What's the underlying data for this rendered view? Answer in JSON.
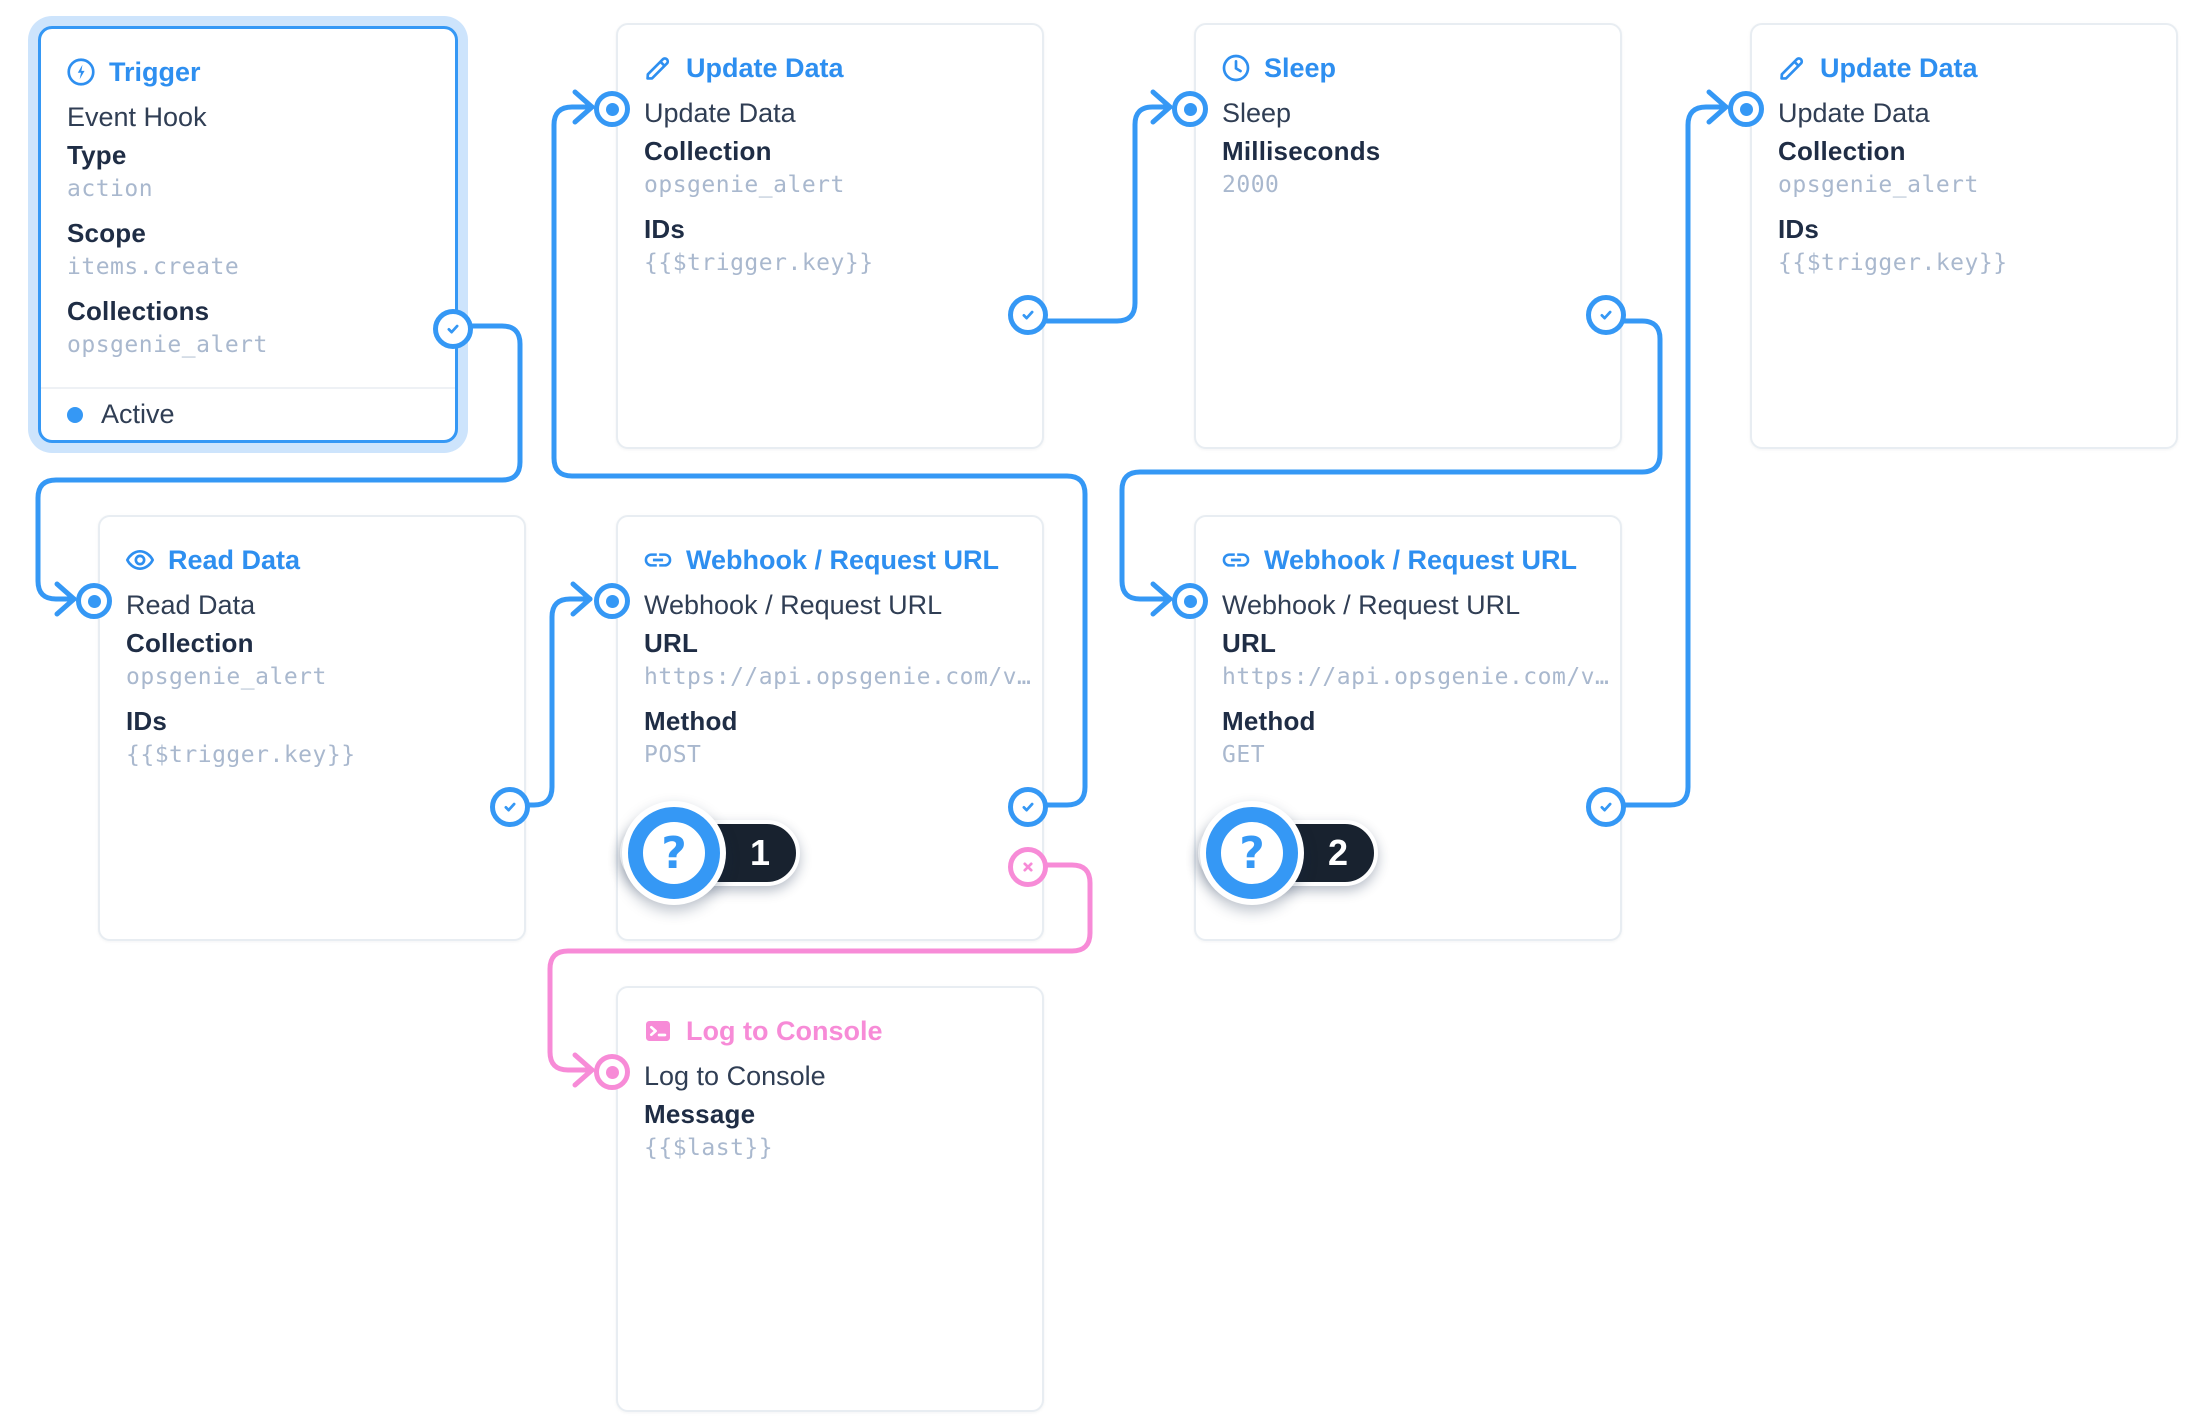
{
  "colors": {
    "accent_blue": "#3598F5",
    "accent_pink": "#F78BD7",
    "value_text": "#A9B8CE",
    "label_text": "#1F2D45",
    "badge_pill": "#18222F",
    "selected_glow": "rgba(61,150,244,0.26)"
  },
  "nodes": [
    {
      "id": "trigger",
      "title": "Trigger",
      "icon": "bolt",
      "accent": "blue",
      "selected": true,
      "name": "Event Hook",
      "fields": [
        {
          "label": "Type",
          "value": "action"
        },
        {
          "label": "Scope",
          "value": "items.create"
        },
        {
          "label": "Collections",
          "value": "opsgenie_alert"
        }
      ],
      "footer": {
        "status": "Active"
      },
      "ports": {
        "input": false,
        "resolve": true,
        "reject": false
      }
    },
    {
      "id": "update_data_1",
      "title": "Update Data",
      "icon": "pencil",
      "accent": "blue",
      "name": "Update Data",
      "fields": [
        {
          "label": "Collection",
          "value": "opsgenie_alert"
        },
        {
          "label": "IDs",
          "value": "{{$trigger.key}}"
        }
      ],
      "ports": {
        "input": true,
        "resolve": true,
        "reject": false
      }
    },
    {
      "id": "sleep",
      "title": "Sleep",
      "icon": "clock",
      "accent": "blue",
      "name": "Sleep",
      "fields": [
        {
          "label": "Milliseconds",
          "value": "2000"
        }
      ],
      "ports": {
        "input": true,
        "resolve": true,
        "reject": false
      }
    },
    {
      "id": "update_data_2",
      "title": "Update Data",
      "icon": "pencil",
      "accent": "blue",
      "name": "Update Data",
      "fields": [
        {
          "label": "Collection",
          "value": "opsgenie_alert"
        },
        {
          "label": "IDs",
          "value": "{{$trigger.key}}"
        }
      ],
      "ports": {
        "input": true,
        "resolve": false,
        "reject": false
      }
    },
    {
      "id": "read_data",
      "title": "Read Data",
      "icon": "eye",
      "accent": "blue",
      "name": "Read Data",
      "fields": [
        {
          "label": "Collection",
          "value": "opsgenie_alert"
        },
        {
          "label": "IDs",
          "value": "{{$trigger.key}}"
        }
      ],
      "ports": {
        "input": true,
        "resolve": true,
        "reject": false
      }
    },
    {
      "id": "webhook_1",
      "title": "Webhook / Request URL",
      "icon": "link",
      "accent": "blue",
      "name": "Webhook / Request URL",
      "fields": [
        {
          "label": "URL",
          "value": "https://api.opsgenie.com/v…"
        },
        {
          "label": "Method",
          "value": "POST"
        }
      ],
      "badge": {
        "icon": "?",
        "count": "1"
      },
      "ports": {
        "input": true,
        "resolve": true,
        "reject": true
      }
    },
    {
      "id": "webhook_2",
      "title": "Webhook / Request URL",
      "icon": "link",
      "accent": "blue",
      "name": "Webhook / Request URL",
      "fields": [
        {
          "label": "URL",
          "value": "https://api.opsgenie.com/v…"
        },
        {
          "label": "Method",
          "value": "GET"
        }
      ],
      "badge": {
        "icon": "?",
        "count": "2"
      },
      "ports": {
        "input": true,
        "resolve": true,
        "reject": false
      }
    },
    {
      "id": "log_console",
      "title": "Log to Console",
      "icon": "terminal",
      "accent": "pink",
      "name": "Log to Console",
      "fields": [
        {
          "label": "Message",
          "value": "{{$last}}"
        }
      ],
      "ports": {
        "input": true,
        "resolve": false,
        "reject": false
      }
    }
  ],
  "edges": [
    {
      "from": "trigger",
      "port": "resolve",
      "to": "read_data"
    },
    {
      "from": "read_data",
      "port": "resolve",
      "to": "webhook_1"
    },
    {
      "from": "webhook_1",
      "port": "resolve",
      "to": "update_data_1"
    },
    {
      "from": "update_data_1",
      "port": "resolve",
      "to": "sleep"
    },
    {
      "from": "sleep",
      "port": "resolve",
      "to": "webhook_2"
    },
    {
      "from": "webhook_2",
      "port": "resolve",
      "to": "update_data_2"
    },
    {
      "from": "webhook_1",
      "port": "reject",
      "to": "log_console"
    }
  ]
}
